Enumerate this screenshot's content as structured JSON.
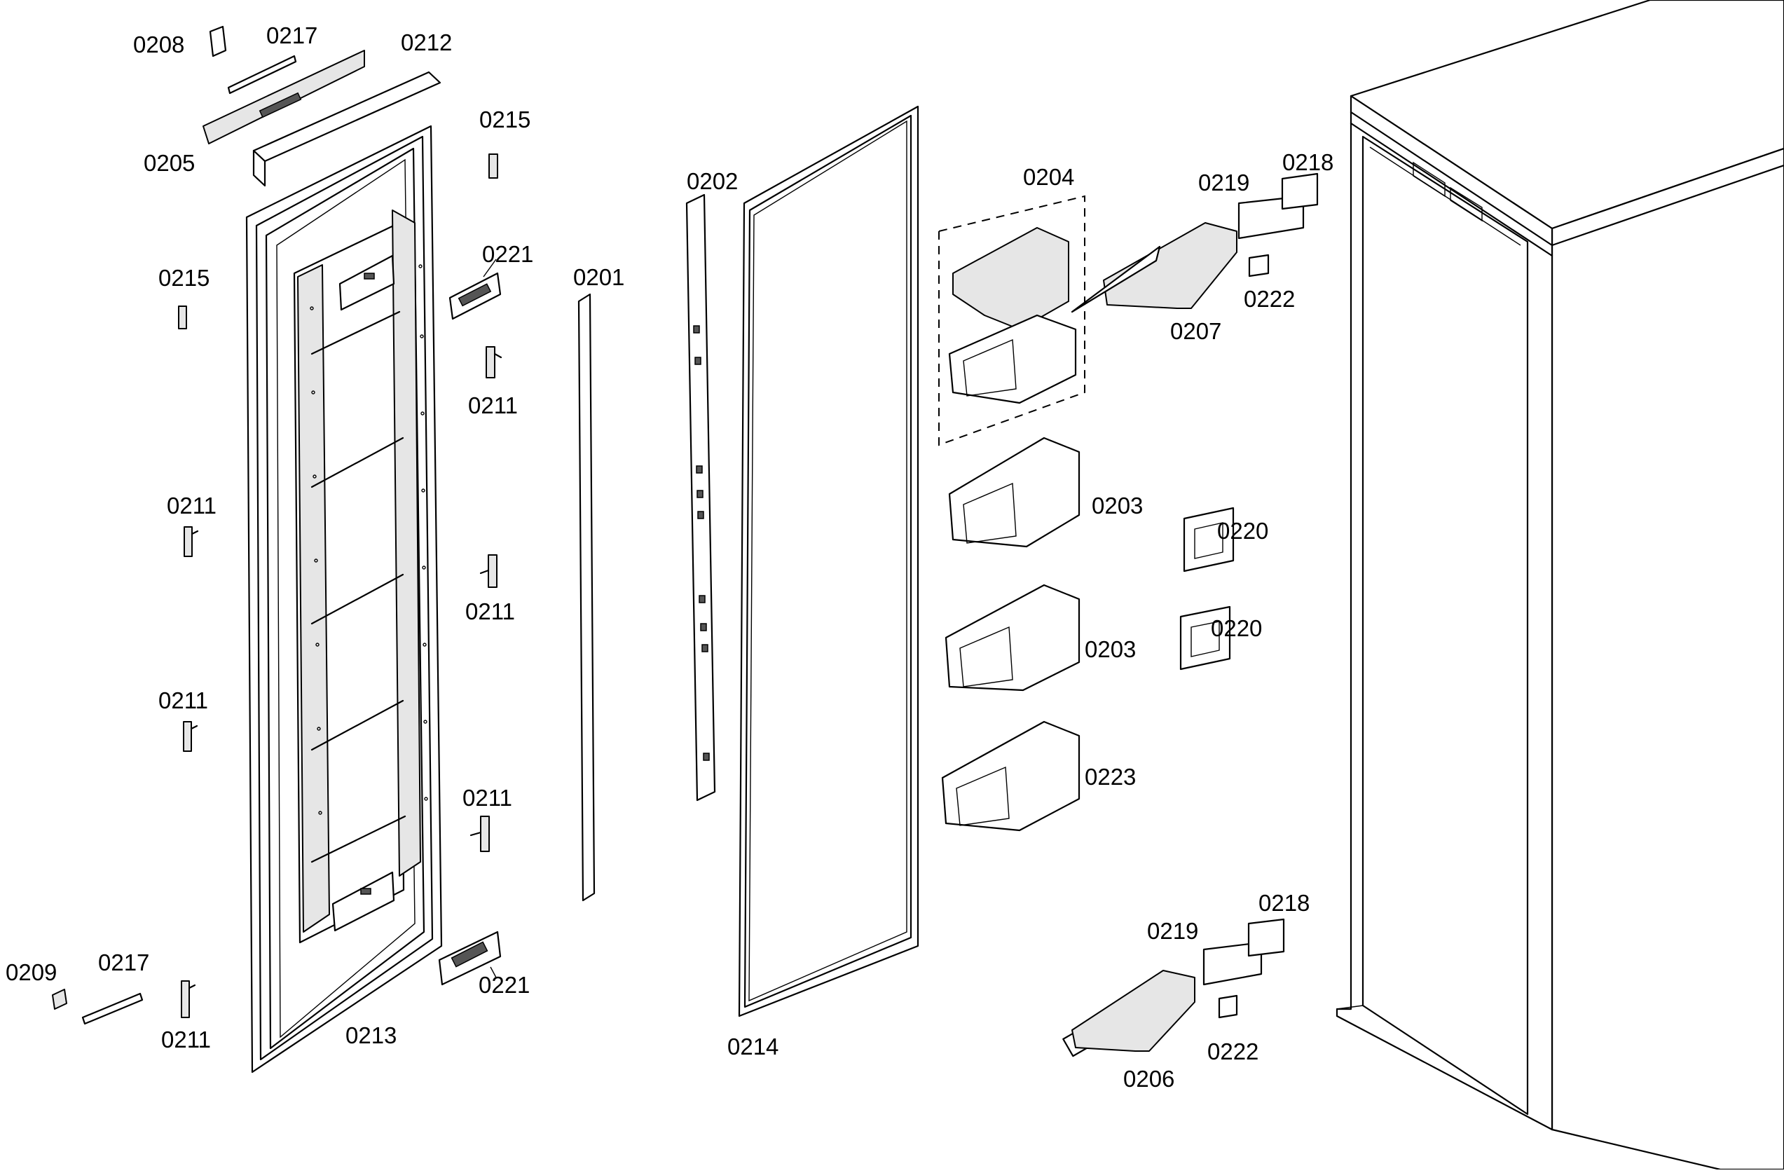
{
  "labels": [
    {
      "id": "0208",
      "text": "0208"
    },
    {
      "id": "0217_top",
      "text": "0217"
    },
    {
      "id": "0212",
      "text": "0212"
    },
    {
      "id": "0205",
      "text": "0205"
    },
    {
      "id": "0215_right",
      "text": "0215"
    },
    {
      "id": "0215_left",
      "text": "0215"
    },
    {
      "id": "0221_top",
      "text": "0221"
    },
    {
      "id": "0211_a",
      "text": "0211"
    },
    {
      "id": "0211_b",
      "text": "0211"
    },
    {
      "id": "0211_c",
      "text": "0211"
    },
    {
      "id": "0211_d",
      "text": "0211"
    },
    {
      "id": "0211_e",
      "text": "0211"
    },
    {
      "id": "0211_f",
      "text": "0211"
    },
    {
      "id": "0209",
      "text": "0209"
    },
    {
      "id": "0217_bottom",
      "text": "0217"
    },
    {
      "id": "0213",
      "text": "0213"
    },
    {
      "id": "0221_bottom",
      "text": "0221"
    },
    {
      "id": "0201",
      "text": "0201"
    },
    {
      "id": "0202",
      "text": "0202"
    },
    {
      "id": "0214",
      "text": "0214"
    },
    {
      "id": "0204",
      "text": "0204"
    },
    {
      "id": "0203_a",
      "text": "0203"
    },
    {
      "id": "0203_b",
      "text": "0203"
    },
    {
      "id": "0223",
      "text": "0223"
    },
    {
      "id": "0219_top",
      "text": "0219"
    },
    {
      "id": "0218_top",
      "text": "0218"
    },
    {
      "id": "0222_top",
      "text": "0222"
    },
    {
      "id": "0207",
      "text": "0207"
    },
    {
      "id": "0220_a",
      "text": "0220"
    },
    {
      "id": "0220_b",
      "text": "0220"
    },
    {
      "id": "0218_bottom",
      "text": "0218"
    },
    {
      "id": "0219_bottom",
      "text": "0219"
    },
    {
      "id": "0222_bottom",
      "text": "0222"
    },
    {
      "id": "0206",
      "text": "0206"
    }
  ]
}
